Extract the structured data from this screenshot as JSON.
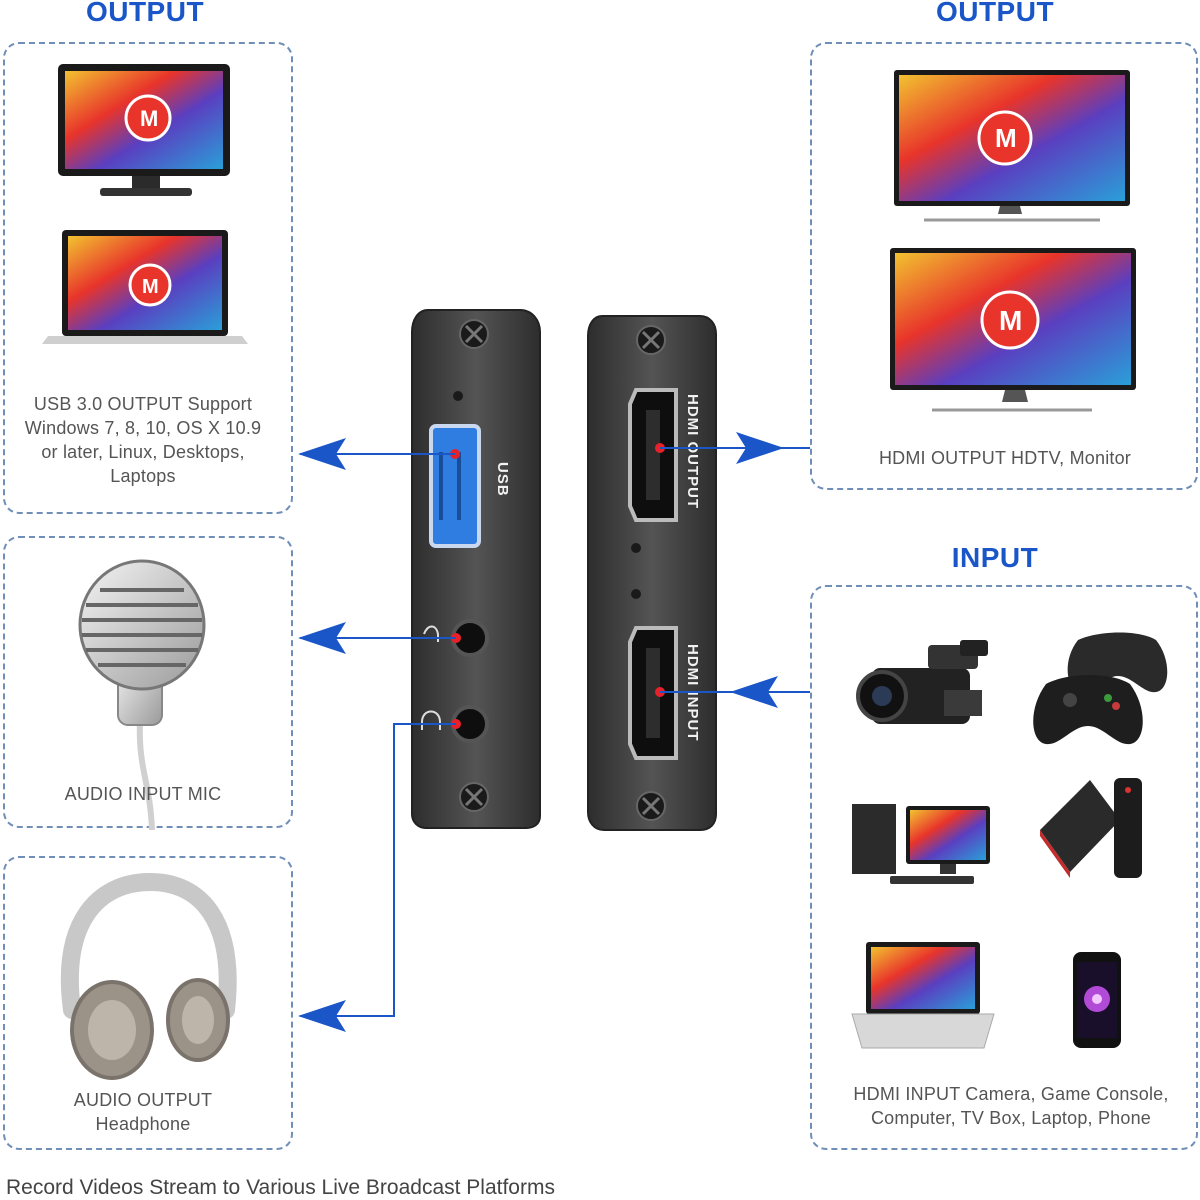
{
  "headings": {
    "output_left": "OUTPUT",
    "output_right": "OUTPUT",
    "input_right": "INPUT"
  },
  "captions": {
    "usb_output": "USB 3.0 OUTPUT  Support Windows 7, 8, 10, OS X 10.9 or later, Linux, Desktops, Laptops",
    "audio_input": "AUDIO INPUT  MIC",
    "audio_output_line1": "AUDIO OUTPUT",
    "audio_output_line2": "Headphone",
    "hdmi_output": "HDMI OUTPUT  HDTV, Monitor",
    "hdmi_input": "HDMI INPUT  Camera, Game Console, Computer, TV Box, Laptop, Phone"
  },
  "device_labels": {
    "usb": "USB",
    "hdmi_output": "HDMI OUTPUT",
    "hdmi_input": "HDMI INPUT"
  },
  "footer": "Record Videos Stream to Various Live Broadcast Platforms",
  "colors": {
    "heading": "#1a56c8",
    "arrow": "#1a56c8",
    "dashed_border": "#6f8fb8",
    "device_body": "#4a4a4a",
    "usb_port": "#2f7de0",
    "indicator_dot": "#e8202a"
  },
  "icons": [
    "monitor-icon",
    "laptop-icon",
    "microphone-icon",
    "headphones-icon",
    "hdtv-icon",
    "monitor-large-icon",
    "camcorder-icon",
    "game-controller-icon",
    "desktop-computer-icon",
    "tv-box-icon",
    "laptop-icon",
    "smartphone-icon"
  ]
}
